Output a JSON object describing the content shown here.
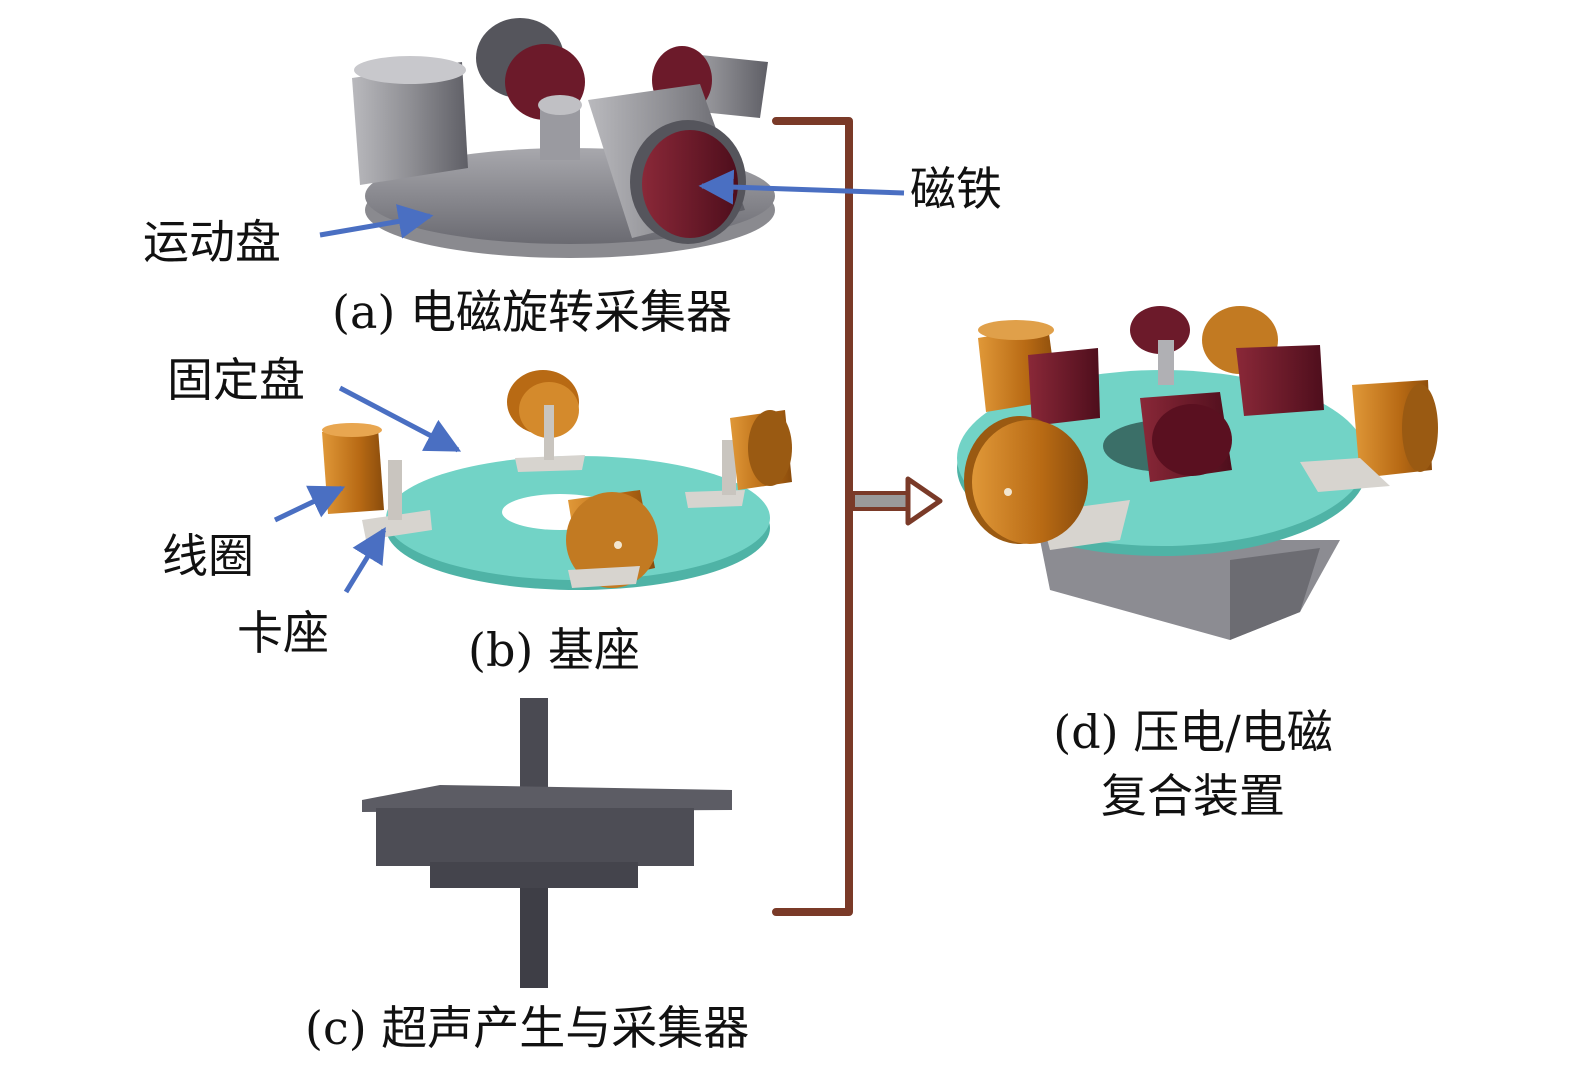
{
  "labels": {
    "magnet": "磁铁",
    "moving_disk": "运动盘",
    "fixed_disk": "固定盘",
    "coil": "线圈",
    "clamp_seat": "卡座"
  },
  "captions": {
    "a": "(a) 电磁旋转采集器",
    "b": "(b) 基座",
    "c": "(c) 超声产生与采集器",
    "d_line1": "(d) 压电/电磁",
    "d_line2": "复合装置"
  },
  "colors": {
    "bracket": "#7a3a28",
    "label_arrow": "#4a6fc2",
    "gray_metal": "#8c8c90",
    "dark_metal": "#4a4a52",
    "magnet_red": "#6e1628",
    "coil_orange": "#c0731a",
    "base_teal": "#6fd2c4"
  }
}
